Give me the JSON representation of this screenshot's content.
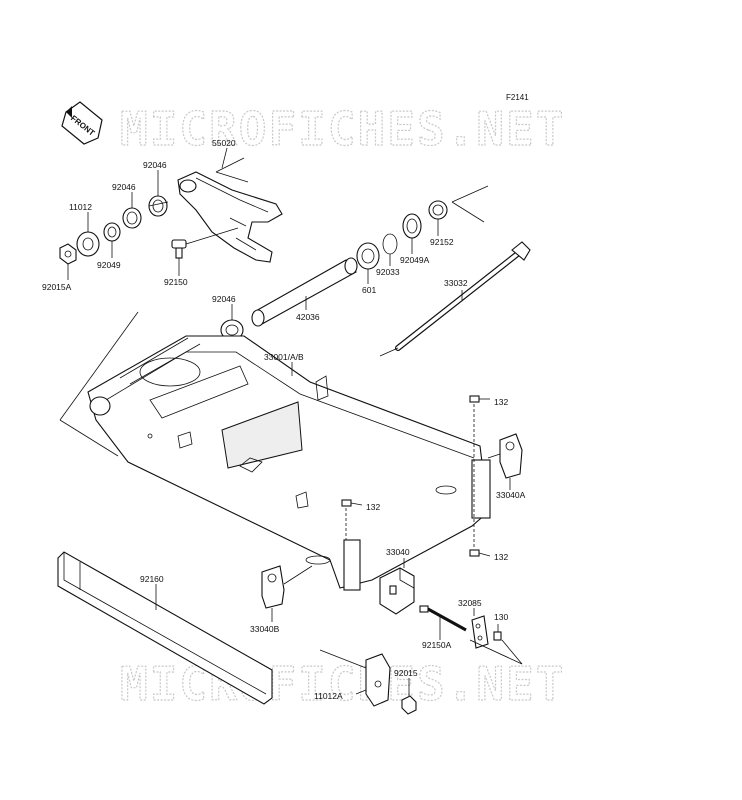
{
  "figure_id": "F2141",
  "front_badge": "FRONT",
  "watermark": "MICROFICHES.NET",
  "parts": [
    {
      "id": "55020"
    },
    {
      "id": "92046"
    },
    {
      "id": "92046"
    },
    {
      "id": "11012"
    },
    {
      "id": "92049"
    },
    {
      "id": "92015A"
    },
    {
      "id": "92150"
    },
    {
      "id": "92046"
    },
    {
      "id": "42036"
    },
    {
      "id": "601"
    },
    {
      "id": "92033"
    },
    {
      "id": "92049A"
    },
    {
      "id": "92152"
    },
    {
      "id": "33032"
    },
    {
      "id": "33001/A/B"
    },
    {
      "id": "132"
    },
    {
      "id": "33040A"
    },
    {
      "id": "132"
    },
    {
      "id": "132"
    },
    {
      "id": "33040"
    },
    {
      "id": "92160"
    },
    {
      "id": "33040B"
    },
    {
      "id": "32085"
    },
    {
      "id": "130"
    },
    {
      "id": "92150A"
    },
    {
      "id": "92015"
    },
    {
      "id": "11012A"
    }
  ]
}
